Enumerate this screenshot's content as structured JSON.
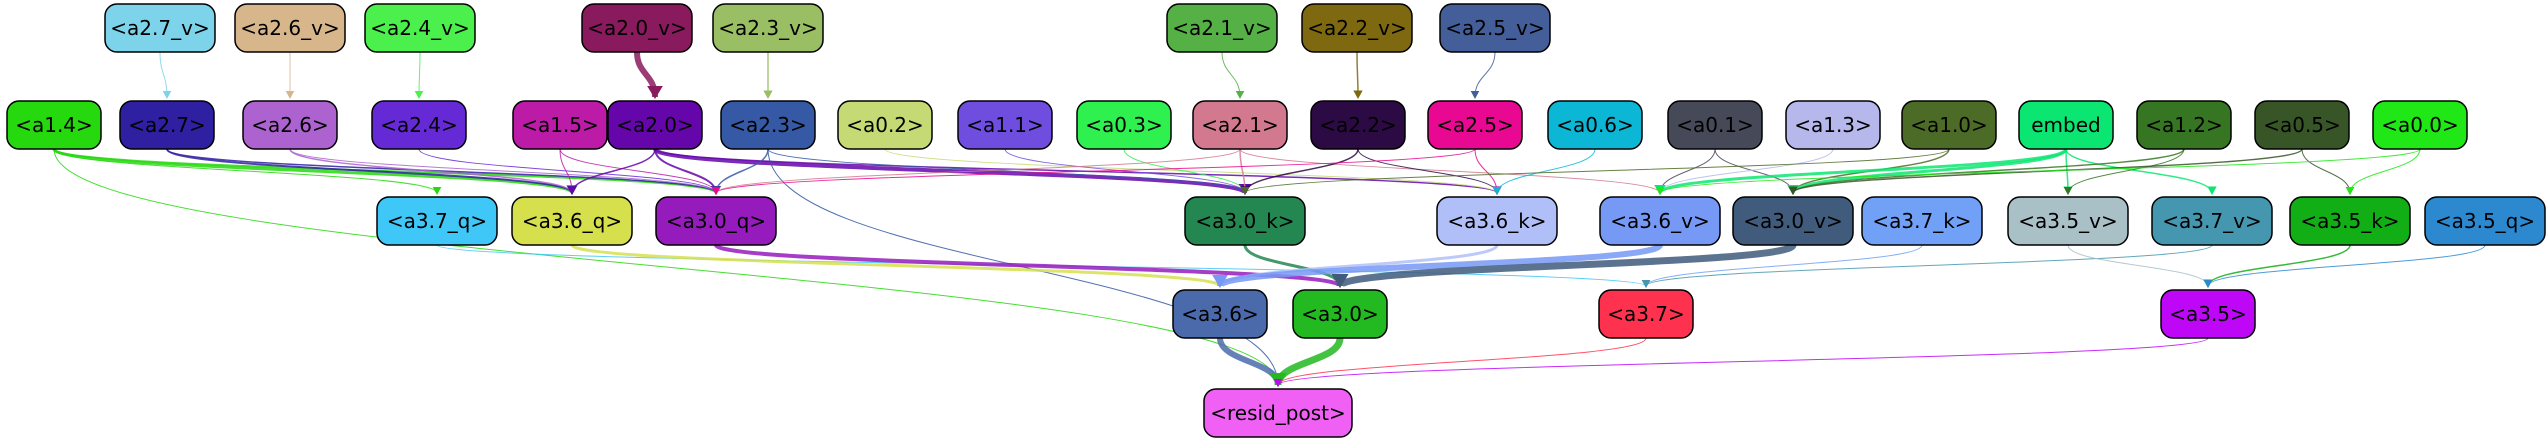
{
  "nodes": [
    {
      "id": "a2_7_v",
      "label": "<a2.7_v>",
      "fill": "#7dd3e9",
      "text": "#000000"
    },
    {
      "id": "a2_6_v",
      "label": "<a2.6_v>",
      "fill": "#d7b68c",
      "text": "#000000"
    },
    {
      "id": "a2_4_v",
      "label": "<a2.4_v>",
      "fill": "#4cf04c",
      "text": "#000000"
    },
    {
      "id": "a2_0_v",
      "label": "<a2.0_v>",
      "fill": "#8a1a5e",
      "text": "#000000"
    },
    {
      "id": "a2_3_v",
      "label": "<a2.3_v>",
      "fill": "#9abe64",
      "text": "#000000"
    },
    {
      "id": "a2_1_v",
      "label": "<a2.1_v>",
      "fill": "#55b046",
      "text": "#000000"
    },
    {
      "id": "a2_2_v",
      "label": "<a2.2_v>",
      "fill": "#7e6810",
      "text": "#000000"
    },
    {
      "id": "a2_5_v",
      "label": "<a2.5_v>",
      "fill": "#435e99",
      "text": "#000000"
    },
    {
      "id": "a1_4",
      "label": "<a1.4>",
      "fill": "#26d80e",
      "text": "#000000"
    },
    {
      "id": "a2_7",
      "label": "<a2.7>",
      "fill": "#2f1fa1",
      "text": "#000000"
    },
    {
      "id": "a2_6",
      "label": "<a2.6>",
      "fill": "#ac63cf",
      "text": "#000000"
    },
    {
      "id": "a2_4",
      "label": "<a2.4>",
      "fill": "#6629d6",
      "text": "#000000"
    },
    {
      "id": "a1_5",
      "label": "<a1.5>",
      "fill": "#bb1ba6",
      "text": "#000000"
    },
    {
      "id": "a2_0",
      "label": "<a2.0>",
      "fill": "#6406aa",
      "text": "#000000"
    },
    {
      "id": "a2_3",
      "label": "<a2.3>",
      "fill": "#3559a4",
      "text": "#000000"
    },
    {
      "id": "a0_2",
      "label": "<a0.2>",
      "fill": "#c5da74",
      "text": "#000000"
    },
    {
      "id": "a1_1",
      "label": "<a1.1>",
      "fill": "#6e4ddf",
      "text": "#000000"
    },
    {
      "id": "a0_3",
      "label": "<a0.3>",
      "fill": "#2ef04f",
      "text": "#000000"
    },
    {
      "id": "a2_1",
      "label": "<a2.1>",
      "fill": "#d2798f",
      "text": "#000000"
    },
    {
      "id": "a2_2",
      "label": "<a2.2>",
      "fill": "#2c0a43",
      "text": "#000000"
    },
    {
      "id": "a2_5",
      "label": "<a2.5>",
      "fill": "#e80892",
      "text": "#000000"
    },
    {
      "id": "a0_6",
      "label": "<a0.6>",
      "fill": "#0cb7d5",
      "text": "#000000"
    },
    {
      "id": "a0_1",
      "label": "<a0.1>",
      "fill": "#464957",
      "text": "#000000"
    },
    {
      "id": "a1_3",
      "label": "<a1.3>",
      "fill": "#b6b7ea",
      "text": "#000000"
    },
    {
      "id": "a1_0",
      "label": "<a1.0>",
      "fill": "#4c6b26",
      "text": "#000000"
    },
    {
      "id": "embed",
      "label": "embed",
      "fill": "#0ae671",
      "text": "#000000"
    },
    {
      "id": "a1_2",
      "label": "<a1.2>",
      "fill": "#367622",
      "text": "#000000"
    },
    {
      "id": "a0_5",
      "label": "<a0.5>",
      "fill": "#375527",
      "text": "#000000"
    },
    {
      "id": "a0_0",
      "label": "<a0.0>",
      "fill": "#1fe816",
      "text": "#000000"
    },
    {
      "id": "a3_7_q",
      "label": "<a3.7_q>",
      "fill": "#3ec7f7",
      "text": "#000000"
    },
    {
      "id": "a3_6_q",
      "label": "<a3.6_q>",
      "fill": "#d6e04d",
      "text": "#000000"
    },
    {
      "id": "a3_0_q",
      "label": "<a3.0_q>",
      "fill": "#961bbd",
      "text": "#000000"
    },
    {
      "id": "a3_0_k",
      "label": "<a3.0_k>",
      "fill": "#248650",
      "text": "#000000"
    },
    {
      "id": "a3_6_k",
      "label": "<a3.6_k>",
      "fill": "#b0bff8",
      "text": "#000000"
    },
    {
      "id": "a3_6_v",
      "label": "<a3.6_v>",
      "fill": "#7799f6",
      "text": "#000000"
    },
    {
      "id": "a3_0_v",
      "label": "<a3.0_v>",
      "fill": "#405b7c",
      "text": "#000000"
    },
    {
      "id": "a3_7_k",
      "label": "<a3.7_k>",
      "fill": "#71a1f6",
      "text": "#000000"
    },
    {
      "id": "a3_5_v",
      "label": "<a3.5_v>",
      "fill": "#a9c0c7",
      "text": "#000000"
    },
    {
      "id": "a3_7_v",
      "label": "<a3.7_v>",
      "fill": "#4596af",
      "text": "#000000"
    },
    {
      "id": "a3_5_k",
      "label": "<a3.5_k>",
      "fill": "#12ae16",
      "text": "#000000"
    },
    {
      "id": "a3_5_q",
      "label": "<a3.5_q>",
      "fill": "#2c89d0",
      "text": "#000000"
    },
    {
      "id": "a3_6",
      "label": "<a3.6>",
      "fill": "#4b6aab",
      "text": "#000000"
    },
    {
      "id": "a3_0",
      "label": "<a3.0>",
      "fill": "#23b921",
      "text": "#000000"
    },
    {
      "id": "a3_7",
      "label": "<a3.7>",
      "fill": "#fe324f",
      "text": "#000000"
    },
    {
      "id": "a3_5",
      "label": "<a3.5>",
      "fill": "#be07f7",
      "text": "#000000"
    },
    {
      "id": "resid_post",
      "label": "<resid_post>",
      "fill": "#f060f5",
      "text": "#000000"
    }
  ],
  "edges": [
    {
      "from": "a2_7_v",
      "to": "a2_7",
      "color": "#7dd3e9",
      "weight": 1
    },
    {
      "from": "a2_6_v",
      "to": "a2_6",
      "color": "#d7b68c",
      "weight": 1
    },
    {
      "from": "a2_4_v",
      "to": "a2_4",
      "color": "#4cf04c",
      "weight": 1
    },
    {
      "from": "a2_0_v",
      "to": "a2_0",
      "color": "#8a1a5e",
      "weight": 6
    },
    {
      "from": "a2_3_v",
      "to": "a2_3",
      "color": "#9abe64",
      "weight": 1.5
    },
    {
      "from": "a2_1_v",
      "to": "a2_1",
      "color": "#55b046",
      "weight": 1
    },
    {
      "from": "a2_2_v",
      "to": "a2_2",
      "color": "#7e6810",
      "weight": 1.5
    },
    {
      "from": "a2_5_v",
      "to": "a2_5",
      "color": "#435e99",
      "weight": 1
    },
    {
      "from": "a1_4",
      "to": "a3_7_q",
      "color": "#26d80e",
      "weight": 1
    },
    {
      "from": "a1_4",
      "to": "a3_6_q",
      "color": "#26d80e",
      "weight": 3
    },
    {
      "from": "a1_4",
      "to": "a3_0_q",
      "color": "#26d80e",
      "weight": 2
    },
    {
      "from": "a1_4",
      "to": "resid_post",
      "color": "#26d80e",
      "weight": 1
    },
    {
      "from": "a2_7",
      "to": "a3_6_q",
      "color": "#2f1fa1",
      "weight": 2
    },
    {
      "from": "a2_7",
      "to": "a3_0_q",
      "color": "#2f1fa1",
      "weight": 1.5
    },
    {
      "from": "a2_6",
      "to": "a3_6_q",
      "color": "#ac63cf",
      "weight": 1.5
    },
    {
      "from": "a2_6",
      "to": "a3_0_q",
      "color": "#ac63cf",
      "weight": 1
    },
    {
      "from": "a2_4",
      "to": "a3_0_q",
      "color": "#6629d6",
      "weight": 1
    },
    {
      "from": "a1_5",
      "to": "a3_0_q",
      "color": "#bb1ba6",
      "weight": 1
    },
    {
      "from": "a1_5",
      "to": "a3_6_q",
      "color": "#bb1ba6",
      "weight": 1
    },
    {
      "from": "a2_0",
      "to": "a3_0_k",
      "color": "#6406aa",
      "weight": 4
    },
    {
      "from": "a2_0",
      "to": "a3_0_q",
      "color": "#6406aa",
      "weight": 2
    },
    {
      "from": "a2_0",
      "to": "a3_6_q",
      "color": "#6406aa",
      "weight": 1.5
    },
    {
      "from": "a2_0",
      "to": "a3_6_k",
      "color": "#6406aa",
      "weight": 1.5
    },
    {
      "from": "a2_3",
      "to": "a3_0_q",
      "color": "#3559a4",
      "weight": 1.5
    },
    {
      "from": "a2_3",
      "to": "a3_0_k",
      "color": "#3559a4",
      "weight": 1
    },
    {
      "from": "a2_3",
      "to": "resid_post",
      "color": "#3559a4",
      "weight": 1
    },
    {
      "from": "a0_2",
      "to": "a3_6_k",
      "color": "#c5da74",
      "weight": 1
    },
    {
      "from": "a1_1",
      "to": "a3_0_k",
      "color": "#6e4ddf",
      "weight": 1
    },
    {
      "from": "a0_3",
      "to": "a3_0_k",
      "color": "#2ef04f",
      "weight": 1
    },
    {
      "from": "a2_1",
      "to": "a3_0_k",
      "color": "#d2798f",
      "weight": 1.5
    },
    {
      "from": "a2_1",
      "to": "a3_0_q",
      "color": "#d2798f",
      "weight": 1
    },
    {
      "from": "a2_1",
      "to": "a3_6_v",
      "color": "#d2798f",
      "weight": 1
    },
    {
      "from": "a2_2",
      "to": "a3_0_k",
      "color": "#2c0a43",
      "weight": 1.5
    },
    {
      "from": "a2_2",
      "to": "a3_6_k",
      "color": "#2c0a43",
      "weight": 1
    },
    {
      "from": "a2_5",
      "to": "a3_6_k",
      "color": "#e80892",
      "weight": 1
    },
    {
      "from": "a2_5",
      "to": "a3_0_q",
      "color": "#e80892",
      "weight": 1
    },
    {
      "from": "a0_6",
      "to": "a3_6_k",
      "color": "#0cb7d5",
      "weight": 1
    },
    {
      "from": "a0_1",
      "to": "a3_6_v",
      "color": "#464957",
      "weight": 1
    },
    {
      "from": "a0_1",
      "to": "a3_0_v",
      "color": "#464957",
      "weight": 1
    },
    {
      "from": "a1_3",
      "to": "a3_6_v",
      "color": "#b6b7ea",
      "weight": 1
    },
    {
      "from": "a1_0",
      "to": "a3_0_v",
      "color": "#4c6b26",
      "weight": 1.5
    },
    {
      "from": "a1_0",
      "to": "a3_0_k",
      "color": "#4c6b26",
      "weight": 1
    },
    {
      "from": "embed",
      "to": "a3_6_v",
      "color": "#0ae671",
      "weight": 3
    },
    {
      "from": "embed",
      "to": "a3_0_v",
      "color": "#0ae671",
      "weight": 3
    },
    {
      "from": "embed",
      "to": "a3_5_v",
      "color": "#0ae671",
      "weight": 1.5
    },
    {
      "from": "embed",
      "to": "a3_7_v",
      "color": "#0ae671",
      "weight": 1.5
    },
    {
      "from": "a1_2",
      "to": "a3_0_v",
      "color": "#367622",
      "weight": 1.5
    },
    {
      "from": "a1_2",
      "to": "a3_5_v",
      "color": "#367622",
      "weight": 1
    },
    {
      "from": "a0_5",
      "to": "a3_0_v",
      "color": "#375527",
      "weight": 1.5
    },
    {
      "from": "a0_5",
      "to": "a3_5_k",
      "color": "#375527",
      "weight": 1
    },
    {
      "from": "a0_0",
      "to": "a3_5_k",
      "color": "#1fe816",
      "weight": 1
    },
    {
      "from": "a0_0",
      "to": "a3_6_v",
      "color": "#1fe816",
      "weight": 1
    },
    {
      "from": "a3_7_q",
      "to": "a3_7",
      "color": "#3ec7f7",
      "weight": 1
    },
    {
      "from": "a3_6_q",
      "to": "a3_6",
      "color": "#d6e04d",
      "weight": 3
    },
    {
      "from": "a3_0_q",
      "to": "a3_0",
      "color": "#961bbd",
      "weight": 4
    },
    {
      "from": "a3_0_k",
      "to": "a3_0",
      "color": "#248650",
      "weight": 3
    },
    {
      "from": "a3_6_k",
      "to": "a3_6",
      "color": "#b0bff8",
      "weight": 3
    },
    {
      "from": "a3_6_v",
      "to": "a3_6",
      "color": "#7799f6",
      "weight": 6
    },
    {
      "from": "a3_0_v",
      "to": "a3_0",
      "color": "#405b7c",
      "weight": 7
    },
    {
      "from": "a3_7_k",
      "to": "a3_7",
      "color": "#71a1f6",
      "weight": 1
    },
    {
      "from": "a3_7_v",
      "to": "a3_7",
      "color": "#4596af",
      "weight": 1
    },
    {
      "from": "a3_5_v",
      "to": "a3_5",
      "color": "#a9c0c7",
      "weight": 1
    },
    {
      "from": "a3_5_k",
      "to": "a3_5",
      "color": "#12ae16",
      "weight": 1.5
    },
    {
      "from": "a3_5_q",
      "to": "a3_5",
      "color": "#2c89d0",
      "weight": 1
    },
    {
      "from": "a3_6",
      "to": "resid_post",
      "color": "#4b6aab",
      "weight": 6
    },
    {
      "from": "a3_0",
      "to": "resid_post",
      "color": "#23b921",
      "weight": 7
    },
    {
      "from": "a3_7",
      "to": "resid_post",
      "color": "#fe324f",
      "weight": 1
    },
    {
      "from": "a3_5",
      "to": "resid_post",
      "color": "#be07f7",
      "weight": 1
    }
  ]
}
